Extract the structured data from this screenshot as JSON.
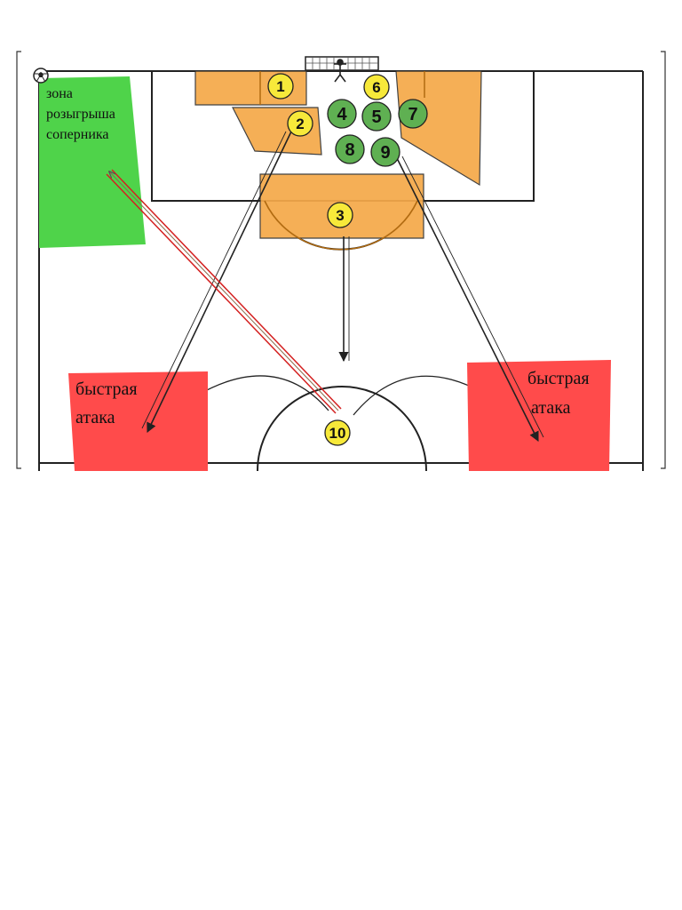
{
  "zones": {
    "opponent_buildup": {
      "label_lines": [
        "зона",
        "розыгрыша",
        "соперника"
      ],
      "color": "#4fd34a"
    },
    "fast_attack_left": {
      "label_lines": [
        "быстрая",
        "атака"
      ],
      "color": "#ff4b4b"
    },
    "fast_attack_right": {
      "label_lines": [
        "быстрая",
        "атака"
      ],
      "color": "#ff4b4b"
    },
    "press_zone_color": "#f5a94a"
  },
  "players": {
    "team_a_color": "#f7e93a",
    "team_b_color": "#5fb052",
    "team_a": [
      "1",
      "2",
      "3",
      "6",
      "10"
    ],
    "team_b": [
      "4",
      "5",
      "7",
      "8",
      "9"
    ]
  },
  "icons": [
    "soccer-ball-icon",
    "goal-icon",
    "goalkeeper-icon"
  ]
}
